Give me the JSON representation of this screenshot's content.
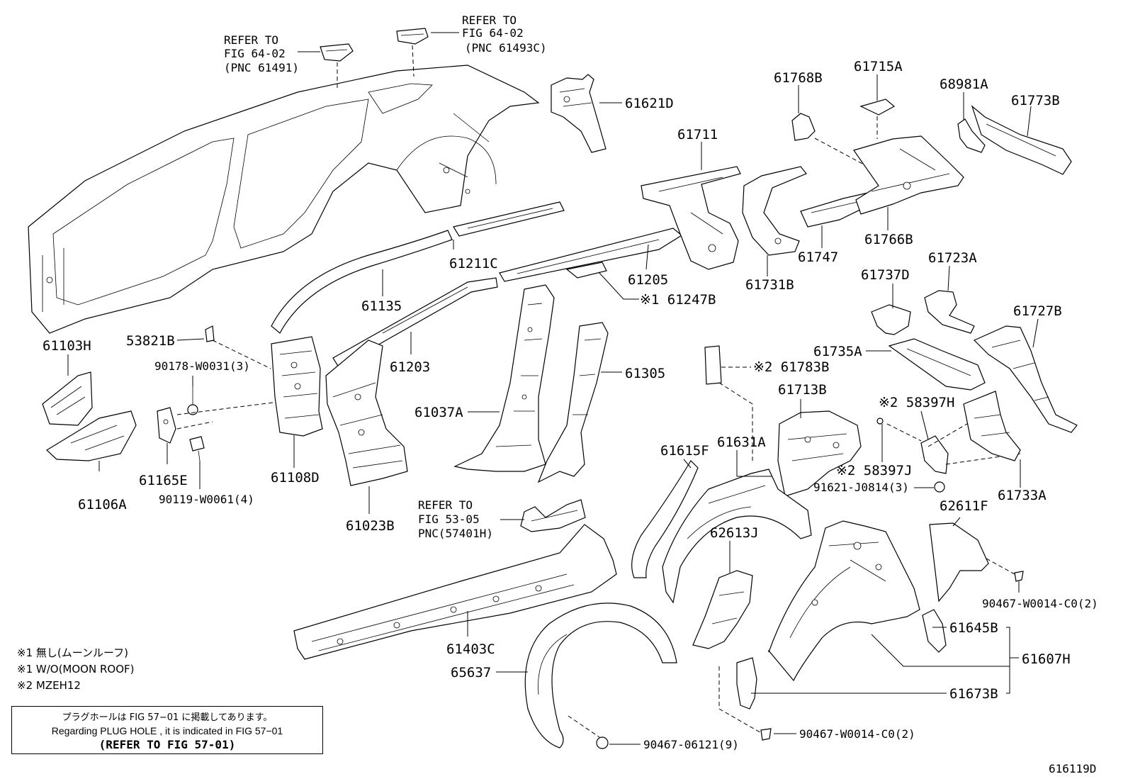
{
  "labels": {
    "p61103H": "61103H",
    "p61106A": "61106A",
    "p53821B": "53821B",
    "p90178": "90178-W0031(3)",
    "p61165E": "61165E",
    "p90119": "90119-W0061(4)",
    "p61108D": "61108D",
    "p61135": "61135",
    "p61211C": "61211C",
    "p61203": "61203",
    "p61205": "61205",
    "p61247B": "※1 61247B",
    "p61023B": "61023B",
    "p61037A": "61037A",
    "p61305": "61305",
    "p61621D": "61621D",
    "p61711": "61711",
    "p61731B": "61731B",
    "p61747": "61747",
    "p61768B": "61768B",
    "p61715A": "61715A",
    "p61766B": "61766B",
    "p68981A": "68981A",
    "p61773B": "61773B",
    "p61737D": "61737D",
    "p61723A": "61723A",
    "p61727B": "61727B",
    "p61735A": "61735A",
    "p61783B": "※2 61783B",
    "p61713B": "61713B",
    "p58397H": "※2 58397H",
    "p58397J": "※2 58397J",
    "p91621": "91621-J0814(3)",
    "p61733A": "61733A",
    "p61615F": "61615F",
    "p61631A": "61631A",
    "p62613J": "62613J",
    "p62611F": "62611F",
    "p90467a": "90467-W0014-C0(2)",
    "p61645B": "61645B",
    "p61607H": "61607H",
    "p61673B": "61673B",
    "p90467b": "90467-W0014-C0(2)",
    "p90467c": "90467-06121(9)",
    "p61403C": "61403C",
    "p65637": "65637"
  },
  "refs": {
    "ref1_line1": "REFER TO",
    "ref1_line2": "FIG 64-02",
    "ref1_line3": "(PNC 61491)",
    "ref2_line1": "REFER TO",
    "ref2_line2": "FIG 64-02",
    "ref2_line3": "(PNC 61493C)",
    "ref3_line1": "REFER TO",
    "ref3_line2": "FIG 53-05",
    "ref3_line3": "PNC(57401H)"
  },
  "notes": {
    "note1": "※1 無し(ムーンルーフ)",
    "note2": "※1 W/O(MOON ROOF)",
    "note3": "※2 MZEH12"
  },
  "plug_note": {
    "jp": "プラグホールは FIG 57−01 に掲載してあります。",
    "en": "Regarding  PLUG  HOLE , it is indicated in  FIG  57−01",
    "ref": "(REFER TO FIG 57-01)"
  },
  "figure_code": "616119D"
}
